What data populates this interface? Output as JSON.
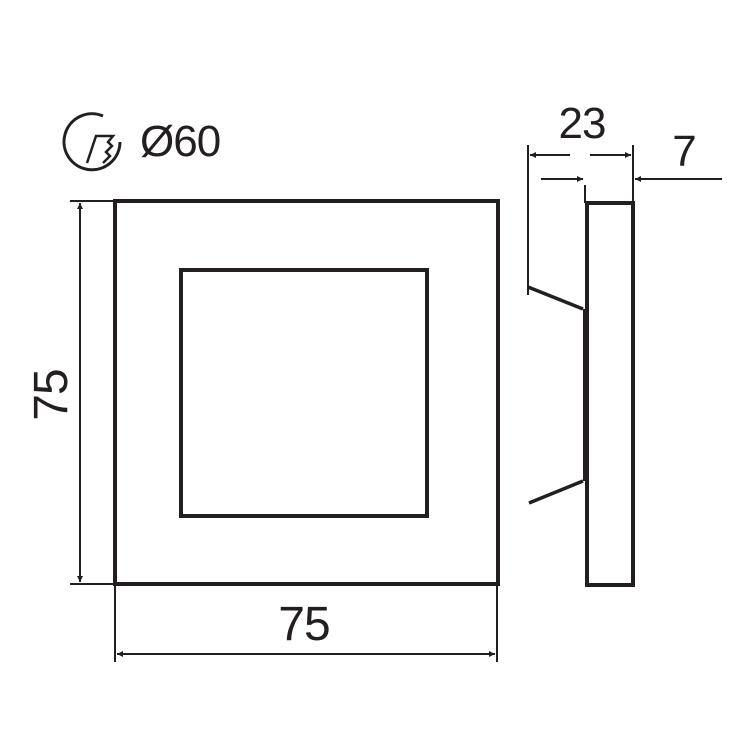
{
  "diagram": {
    "type": "technical-dimension-drawing",
    "units": "mm",
    "line_color": "#231f20",
    "background": "#ffffff",
    "cutout": {
      "icon": "hole-cutout-icon",
      "label": "Ø60"
    },
    "front_view": {
      "width_label": "75",
      "height_label": "75"
    },
    "side_view": {
      "depth_label": "23",
      "plate_thickness_label": "7"
    }
  }
}
